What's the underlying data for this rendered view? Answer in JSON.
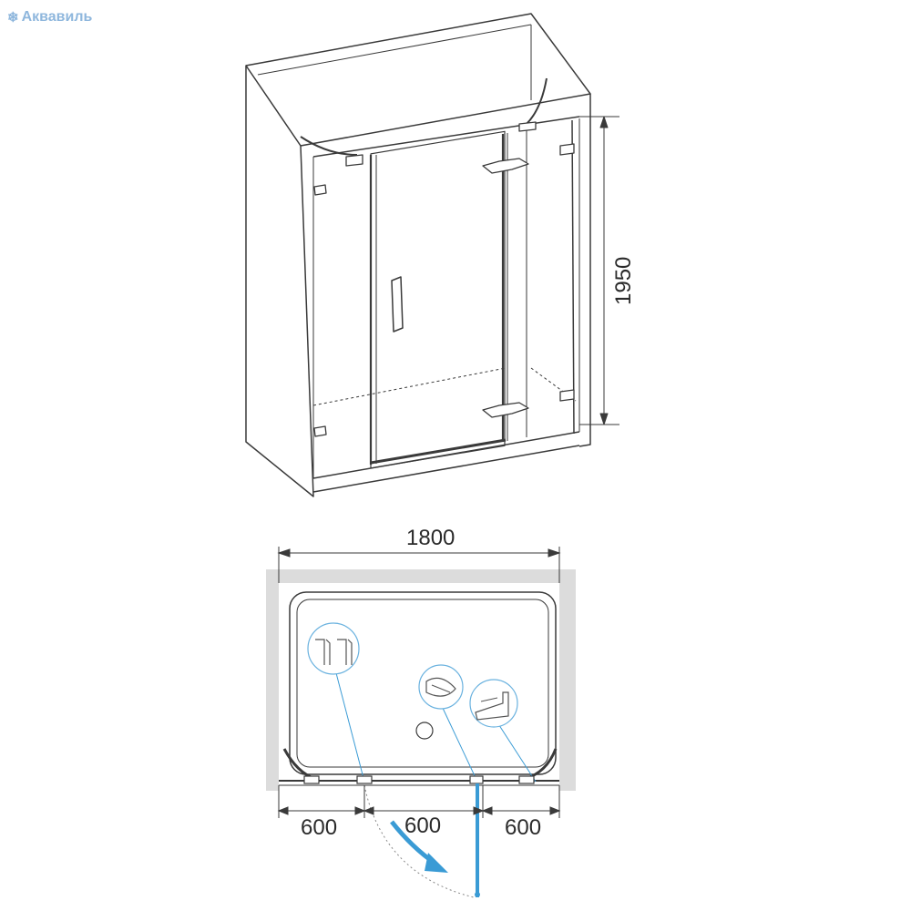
{
  "brand": {
    "name": "Аквавиль",
    "icon": "swoosh-logo-icon",
    "color": "#8fb7dd"
  },
  "dimensions": {
    "height": "1950",
    "width_total": "1800",
    "segment_left": "600",
    "segment_middle": "600",
    "segment_right": "600"
  },
  "colors": {
    "line": "#3a3a3a",
    "wall": "#dcdcdc",
    "accent": "#3a9bd5"
  },
  "icons": [
    "hinge-detail-icon",
    "handle-detail-icon",
    "bracket-detail-icon",
    "door-swing-arrow-icon"
  ]
}
